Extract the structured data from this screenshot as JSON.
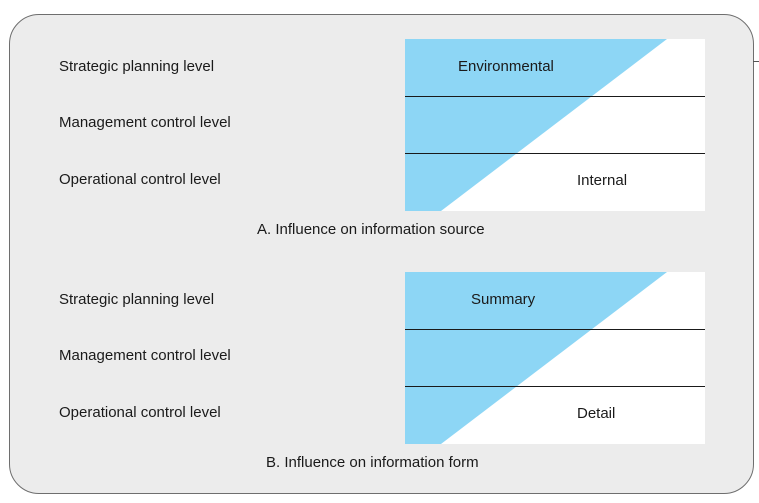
{
  "panels": [
    {
      "levels": [
        "Strategic planning level",
        "Management control level",
        "Operational control level"
      ],
      "top_label": "Environmental",
      "bottom_label": "Internal",
      "caption": "A. Influence on information source"
    },
    {
      "levels": [
        "Strategic planning level",
        "Management control level",
        "Operational control level"
      ],
      "top_label": "Summary",
      "bottom_label": "Detail",
      "caption": "B. Influence on information form"
    }
  ],
  "colors": {
    "frame_background": "#ececec",
    "wedge_fill": "#8dd6f5",
    "box_fill": "#ffffff",
    "divider": "#1a1a1a"
  }
}
